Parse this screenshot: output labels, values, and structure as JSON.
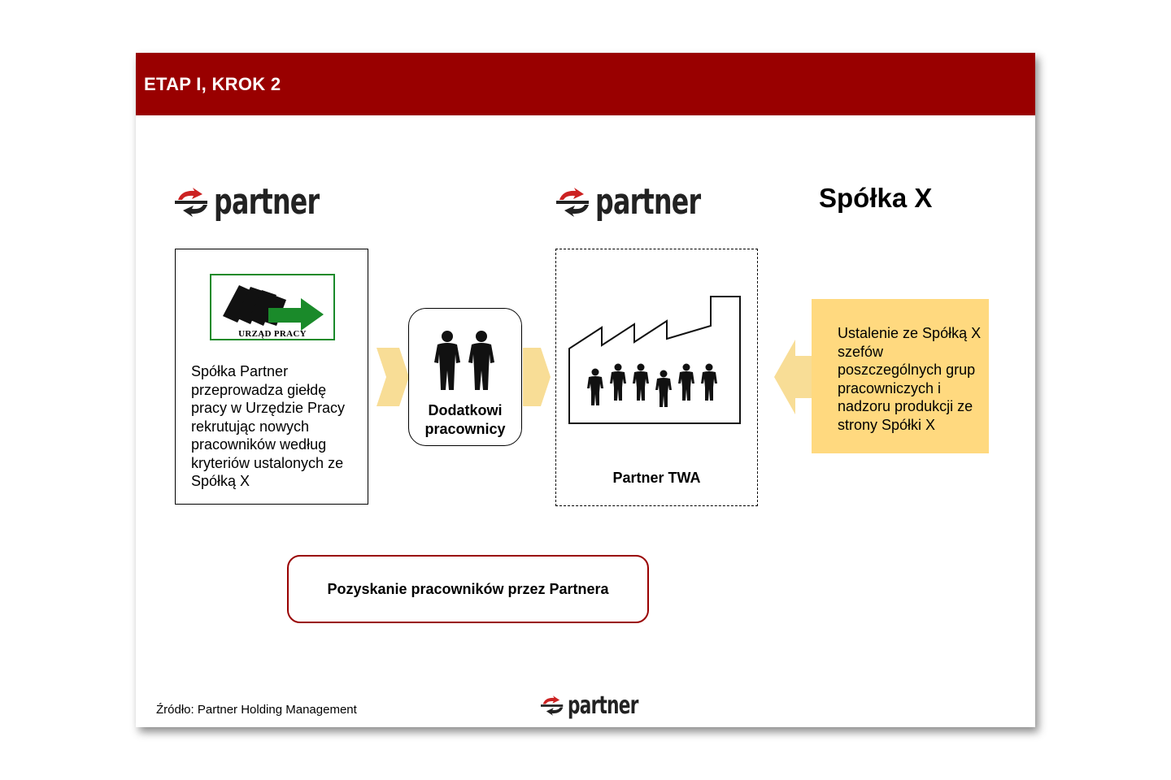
{
  "header": {
    "title": "ETAP I, KROK 2"
  },
  "logos": {
    "brand": "partner"
  },
  "company": {
    "name": "Spółka X"
  },
  "left_box": {
    "logo_label": "URZĄD PRACY",
    "text": "Spółka Partner przeprowadza giełdę pracy w Urzędzie Pracy rekrutując nowych pracowników według kryteriów ustalonych ze Spółką X"
  },
  "middle_box": {
    "label": "Dodatkowi pracownicy"
  },
  "twa_box": {
    "label": "Partner TWA"
  },
  "yellow_box": {
    "text": "Ustalenie ze Spółką X szefów poszczególnych grup pracowniczych i nadzoru produkcji ze strony Spółki X"
  },
  "bottom_box": {
    "label": "Pozyskanie pracowników przez Partnera"
  },
  "footer": {
    "source": "Źródło:  Partner Holding Management"
  },
  "colors": {
    "header": "#990000",
    "arrow_yellow": "#f8dd96",
    "note_yellow": "#ffd97f",
    "urzad_green": "#1a8a2a",
    "logo_red": "#cc2222"
  },
  "icons": [
    "partner-logo-icon",
    "urzad-pracy-logo",
    "worker-icon",
    "factory-icon",
    "chevron-arrow-icon"
  ]
}
